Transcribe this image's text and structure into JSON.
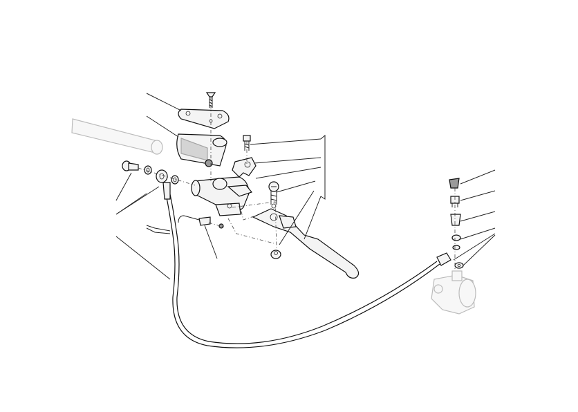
{
  "diagram": {
    "colors": {
      "line": "#222222",
      "part_fill": "#f4f4f4",
      "ghost_part": "#bbbbbb",
      "shadow": "#9a9a9a"
    },
    "parts": [
      "handlebar-grip",
      "reservoir-cover",
      "countersunk-screw",
      "reservoir",
      "master-cylinder-body",
      "clamp-bracket",
      "clamp-bolt",
      "pivot-bolt",
      "clutch-lever",
      "lever-pivot-nut",
      "banjo-bolt",
      "sealing-washers",
      "clutch-switch",
      "hydraulic-hose",
      "bleed-cap",
      "bleed-valve",
      "slave-banjo-bolt",
      "slave-cylinder"
    ]
  }
}
